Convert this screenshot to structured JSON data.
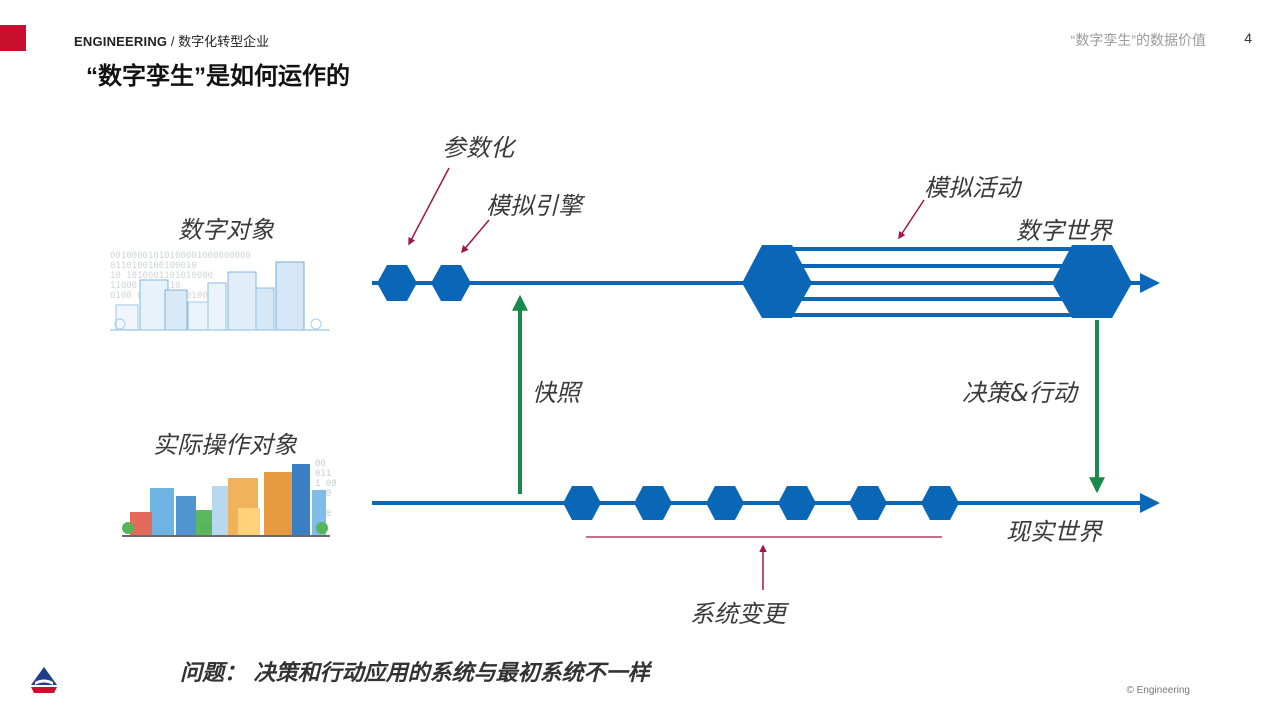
{
  "header": {
    "brand": "ENGINEERING",
    "separator": " / ",
    "section": "数字化转型企业",
    "topic": "“数字孪生”的数据价值",
    "page_number": "4"
  },
  "title": "“数字孪生”是如何运作的",
  "labels": {
    "parameterize": "参数化",
    "sim_engine": "模拟引擎",
    "sim_activity": "模拟活动",
    "digital_object": "数字对象",
    "digital_world": "数字世界",
    "real_object": "实际操作对象",
    "snapshot": "快照",
    "decision_action": "决策&行动",
    "real_world": "现实世界",
    "system_change": "系统变更"
  },
  "question": "问题： 决策和行动应用的系统与最初系统不一样",
  "footer": {
    "copyright": "© Engineering"
  },
  "colors": {
    "accent_red": "#c8102e",
    "flow_blue": "#0a67b8",
    "arrow_green": "#1a8a4a",
    "pointer_crimson": "#a0174a"
  },
  "binary_text": {
    "digital_rows": [
      "00100001010100001000000000",
      "0110100100100010",
      "10 1010001101010000",
      "11000 1100110",
      "0100 0110110 00100"
    ],
    "real_rows": [
      "00",
      "011",
      "1 00",
      "010",
      "11",
      "100"
    ]
  }
}
